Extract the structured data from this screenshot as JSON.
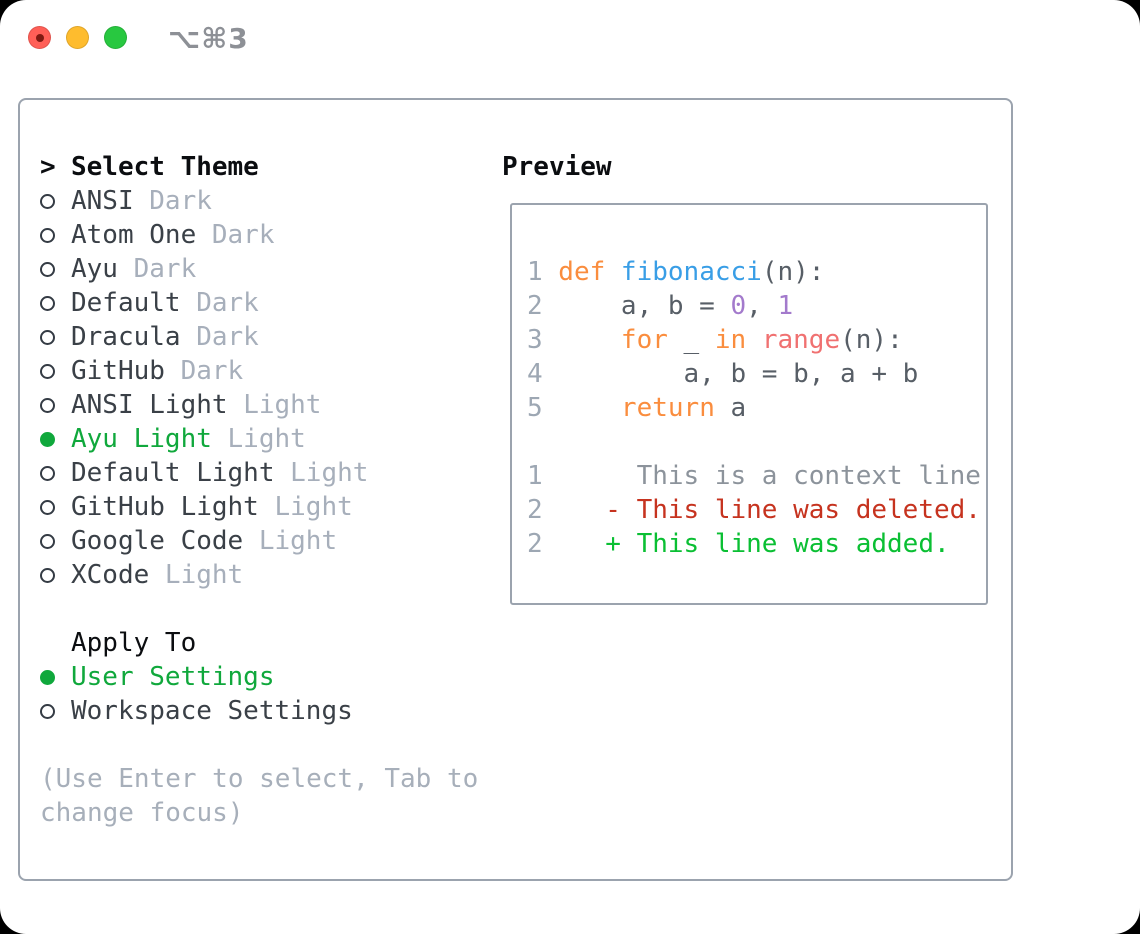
{
  "window": {
    "shortcut_title": "⌥⌘3",
    "traffic_light_colors": {
      "close": "#FF5F57",
      "minimize": "#FEBC2E",
      "zoom": "#28C840"
    }
  },
  "theme_picker": {
    "prompt": ">",
    "header": "Select Theme",
    "items": [
      {
        "name": "ANSI",
        "variant": "Dark",
        "selected": false
      },
      {
        "name": "Atom One",
        "variant": "Dark",
        "selected": false
      },
      {
        "name": "Ayu",
        "variant": "Dark",
        "selected": false
      },
      {
        "name": "Default",
        "variant": "Dark",
        "selected": false
      },
      {
        "name": "Dracula",
        "variant": "Dark",
        "selected": false
      },
      {
        "name": "GitHub",
        "variant": "Dark",
        "selected": false
      },
      {
        "name": "ANSI Light",
        "variant": "Light",
        "selected": false
      },
      {
        "name": "Ayu Light",
        "variant": "Light",
        "selected": true
      },
      {
        "name": "Default Light",
        "variant": "Light",
        "selected": false
      },
      {
        "name": "GitHub Light",
        "variant": "Light",
        "selected": false
      },
      {
        "name": "Google Code",
        "variant": "Light",
        "selected": false
      },
      {
        "name": "XCode",
        "variant": "Light",
        "selected": false
      }
    ]
  },
  "apply_to": {
    "header": "Apply To",
    "options": [
      {
        "name": "User Settings",
        "selected": true
      },
      {
        "name": "Workspace Settings",
        "selected": false
      }
    ]
  },
  "help_text": "(Use Enter to select, Tab to change focus)",
  "preview": {
    "header": "Preview",
    "lines": [
      {
        "num": "1",
        "segs": [
          {
            "t": "def",
            "c": "kw"
          },
          {
            "t": " ",
            "c": "fg"
          },
          {
            "t": "fibonacci",
            "c": "fn"
          },
          {
            "t": "(n):",
            "c": "fg"
          }
        ]
      },
      {
        "num": "2",
        "segs": [
          {
            "t": "    a, b = ",
            "c": "fg"
          },
          {
            "t": "0",
            "c": "num"
          },
          {
            "t": ", ",
            "c": "fg"
          },
          {
            "t": "1",
            "c": "num"
          }
        ]
      },
      {
        "num": "3",
        "segs": [
          {
            "t": "    ",
            "c": "fg"
          },
          {
            "t": "for",
            "c": "kw"
          },
          {
            "t": " _ ",
            "c": "fg"
          },
          {
            "t": "in",
            "c": "kw"
          },
          {
            "t": " ",
            "c": "fg"
          },
          {
            "t": "range",
            "c": "special"
          },
          {
            "t": "(n):",
            "c": "fg"
          }
        ]
      },
      {
        "num": "4",
        "segs": [
          {
            "t": "        a, b = b, a + b",
            "c": "fg"
          }
        ]
      },
      {
        "num": "5",
        "segs": [
          {
            "t": "    ",
            "c": "fg"
          },
          {
            "t": "return",
            "c": "kw"
          },
          {
            "t": " a",
            "c": "fg"
          }
        ]
      },
      {
        "num": "",
        "segs": []
      },
      {
        "num": "1",
        "segs": [
          {
            "t": "     This is a context line.",
            "c": "ctx"
          }
        ]
      },
      {
        "num": "2",
        "segs": [
          {
            "t": "   - This line was deleted.",
            "c": "del"
          }
        ]
      },
      {
        "num": "2",
        "segs": [
          {
            "t": "   + This line was added.",
            "c": "add"
          }
        ]
      }
    ],
    "token_colors": {
      "keyword": "#FA8D3E",
      "function": "#399EE6",
      "number": "#A37ACC",
      "builtin": "#F07171",
      "foreground": "#575E66",
      "gutter": "#9DA7B3",
      "diff_context": "#8C939B",
      "diff_deleted": "#C6331F",
      "diff_added": "#0ABF33"
    }
  },
  "ui_colors": {
    "selected_green": "#10A83C",
    "panel_border": "#9BA3AE",
    "header_text": "#0B0D10",
    "item_text": "#3A4047",
    "variant_text": "#A7AFBB",
    "help_text": "#A7AFBA"
  }
}
